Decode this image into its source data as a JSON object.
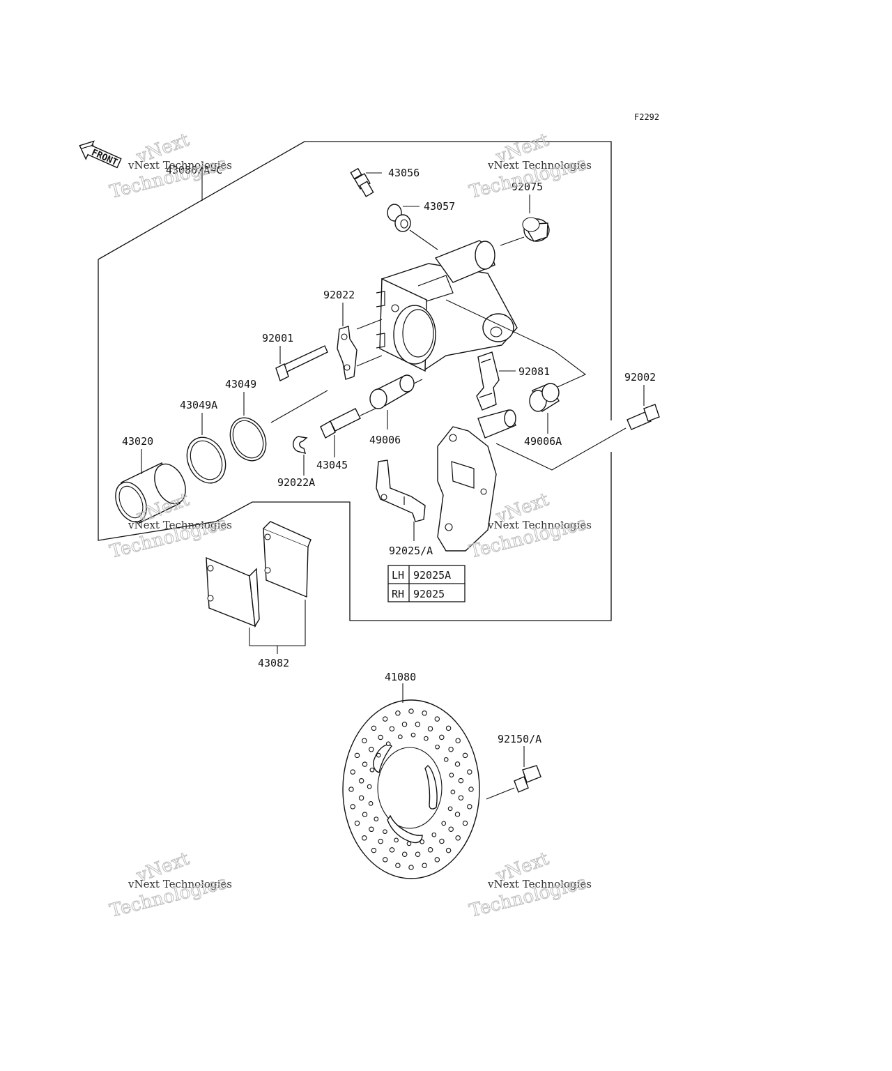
{
  "figure_code": "F2292",
  "front_label": "FRONT",
  "watermark": {
    "line1": "vNext Technologies",
    "line2": "vNext",
    "line3": "Technologies"
  },
  "parts": {
    "p43080": "43080/A~C",
    "p43056": "43056",
    "p43057": "43057",
    "p92075": "92075",
    "p92022": "92022",
    "p92001": "92001",
    "p43049": "43049",
    "p43049A": "43049A",
    "p43020": "43020",
    "p92081": "92081",
    "p92002": "92002",
    "p49006": "49006",
    "p49006A": "49006A",
    "p43045": "43045",
    "p92022A": "92022A",
    "p92025A_label": "92025/A",
    "p43082": "43082",
    "p41080": "41080",
    "p92150": "92150/A"
  },
  "variant_table": {
    "rows": [
      {
        "side": "LH",
        "part": "92025A"
      },
      {
        "side": "RH",
        "part": "92025"
      }
    ]
  }
}
